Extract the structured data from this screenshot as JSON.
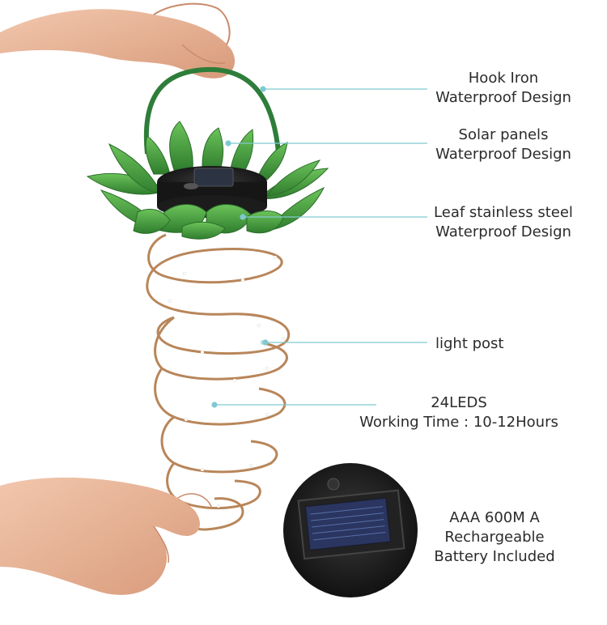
{
  "callouts": {
    "hook": {
      "line1": "Hook Iron",
      "line2": "Waterproof Design"
    },
    "solar": {
      "line1": "Solar panels",
      "line2": "Waterproof Design"
    },
    "leaf": {
      "line1": "Leaf stainless steel",
      "line2": "Waterproof Design"
    },
    "post": {
      "line1": "light post"
    },
    "leds": {
      "line1": "24LEDS",
      "line2": "Working Time : 10-12Hours"
    },
    "battery": {
      "line1": "AAA 600M A",
      "line2": "Rechargeable",
      "line3": "Battery Included"
    }
  },
  "colors": {
    "leaf_green": "#3f9a3a",
    "leaf_dark": "#2a6e2a",
    "wire_copper": "#b8865a",
    "callout_line": "#7fc9d0",
    "hook": "#2e7d3a",
    "skin": "#e8b596"
  }
}
